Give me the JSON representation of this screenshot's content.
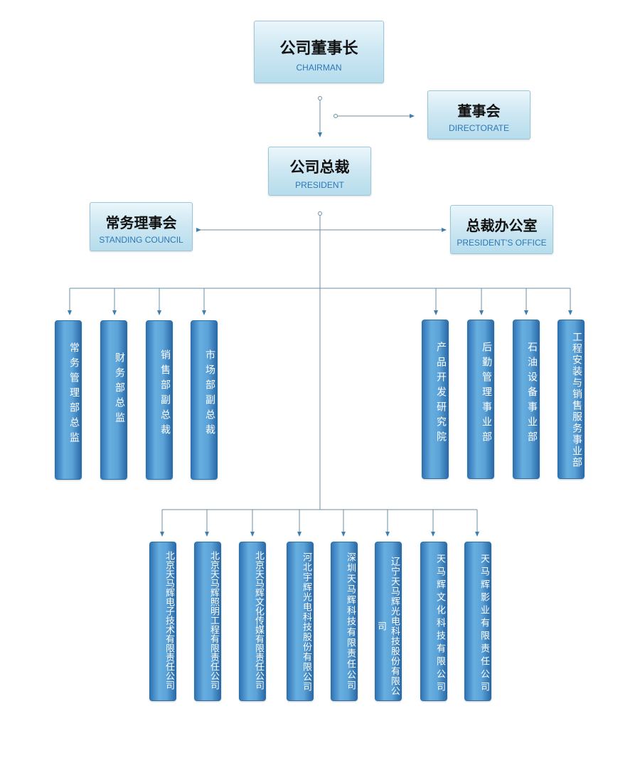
{
  "colors": {
    "line": "#6b8fa6",
    "arrow": "#3d7fb0",
    "box_top": "#eaf6fb",
    "box_bottom": "#b6dcec",
    "blue_box": "#5ba3d8",
    "english_text": "#2b78b8"
  },
  "chairman": {
    "cn": "公司董事长",
    "en": "CHAIRMAN"
  },
  "directorate": {
    "cn": "董事会",
    "en": "DIRECTORATE"
  },
  "president": {
    "cn": "公司总裁",
    "en": "PRESIDENT"
  },
  "standing_council": {
    "cn": "常务理事会",
    "en": "STANDING COUNCIL"
  },
  "president_office": {
    "cn": "总裁办公室",
    "en": "PRESIDENT'S OFFICE"
  },
  "departments_left": [
    "常务管理部总监",
    "财务部总监",
    "销售部副总裁",
    "市场部副总裁"
  ],
  "departments_right": [
    "产品开发研究院",
    "后勤管理事业部",
    "石油设备事业部",
    "工程安装与销售服务事业部"
  ],
  "companies": [
    "北京天马辉电子技术有限责任公司",
    "北京天马辉照明工程有限责任公司",
    "北京天马辉文化传媒有限责任公司",
    "河北宇辉光电科技股份有限公司",
    "深圳天马辉科技有限责任公司",
    "辽宁天马辉光电科技股份有限公司",
    "天马辉文化科技有限公司",
    "天马辉影业有限责任公司"
  ]
}
